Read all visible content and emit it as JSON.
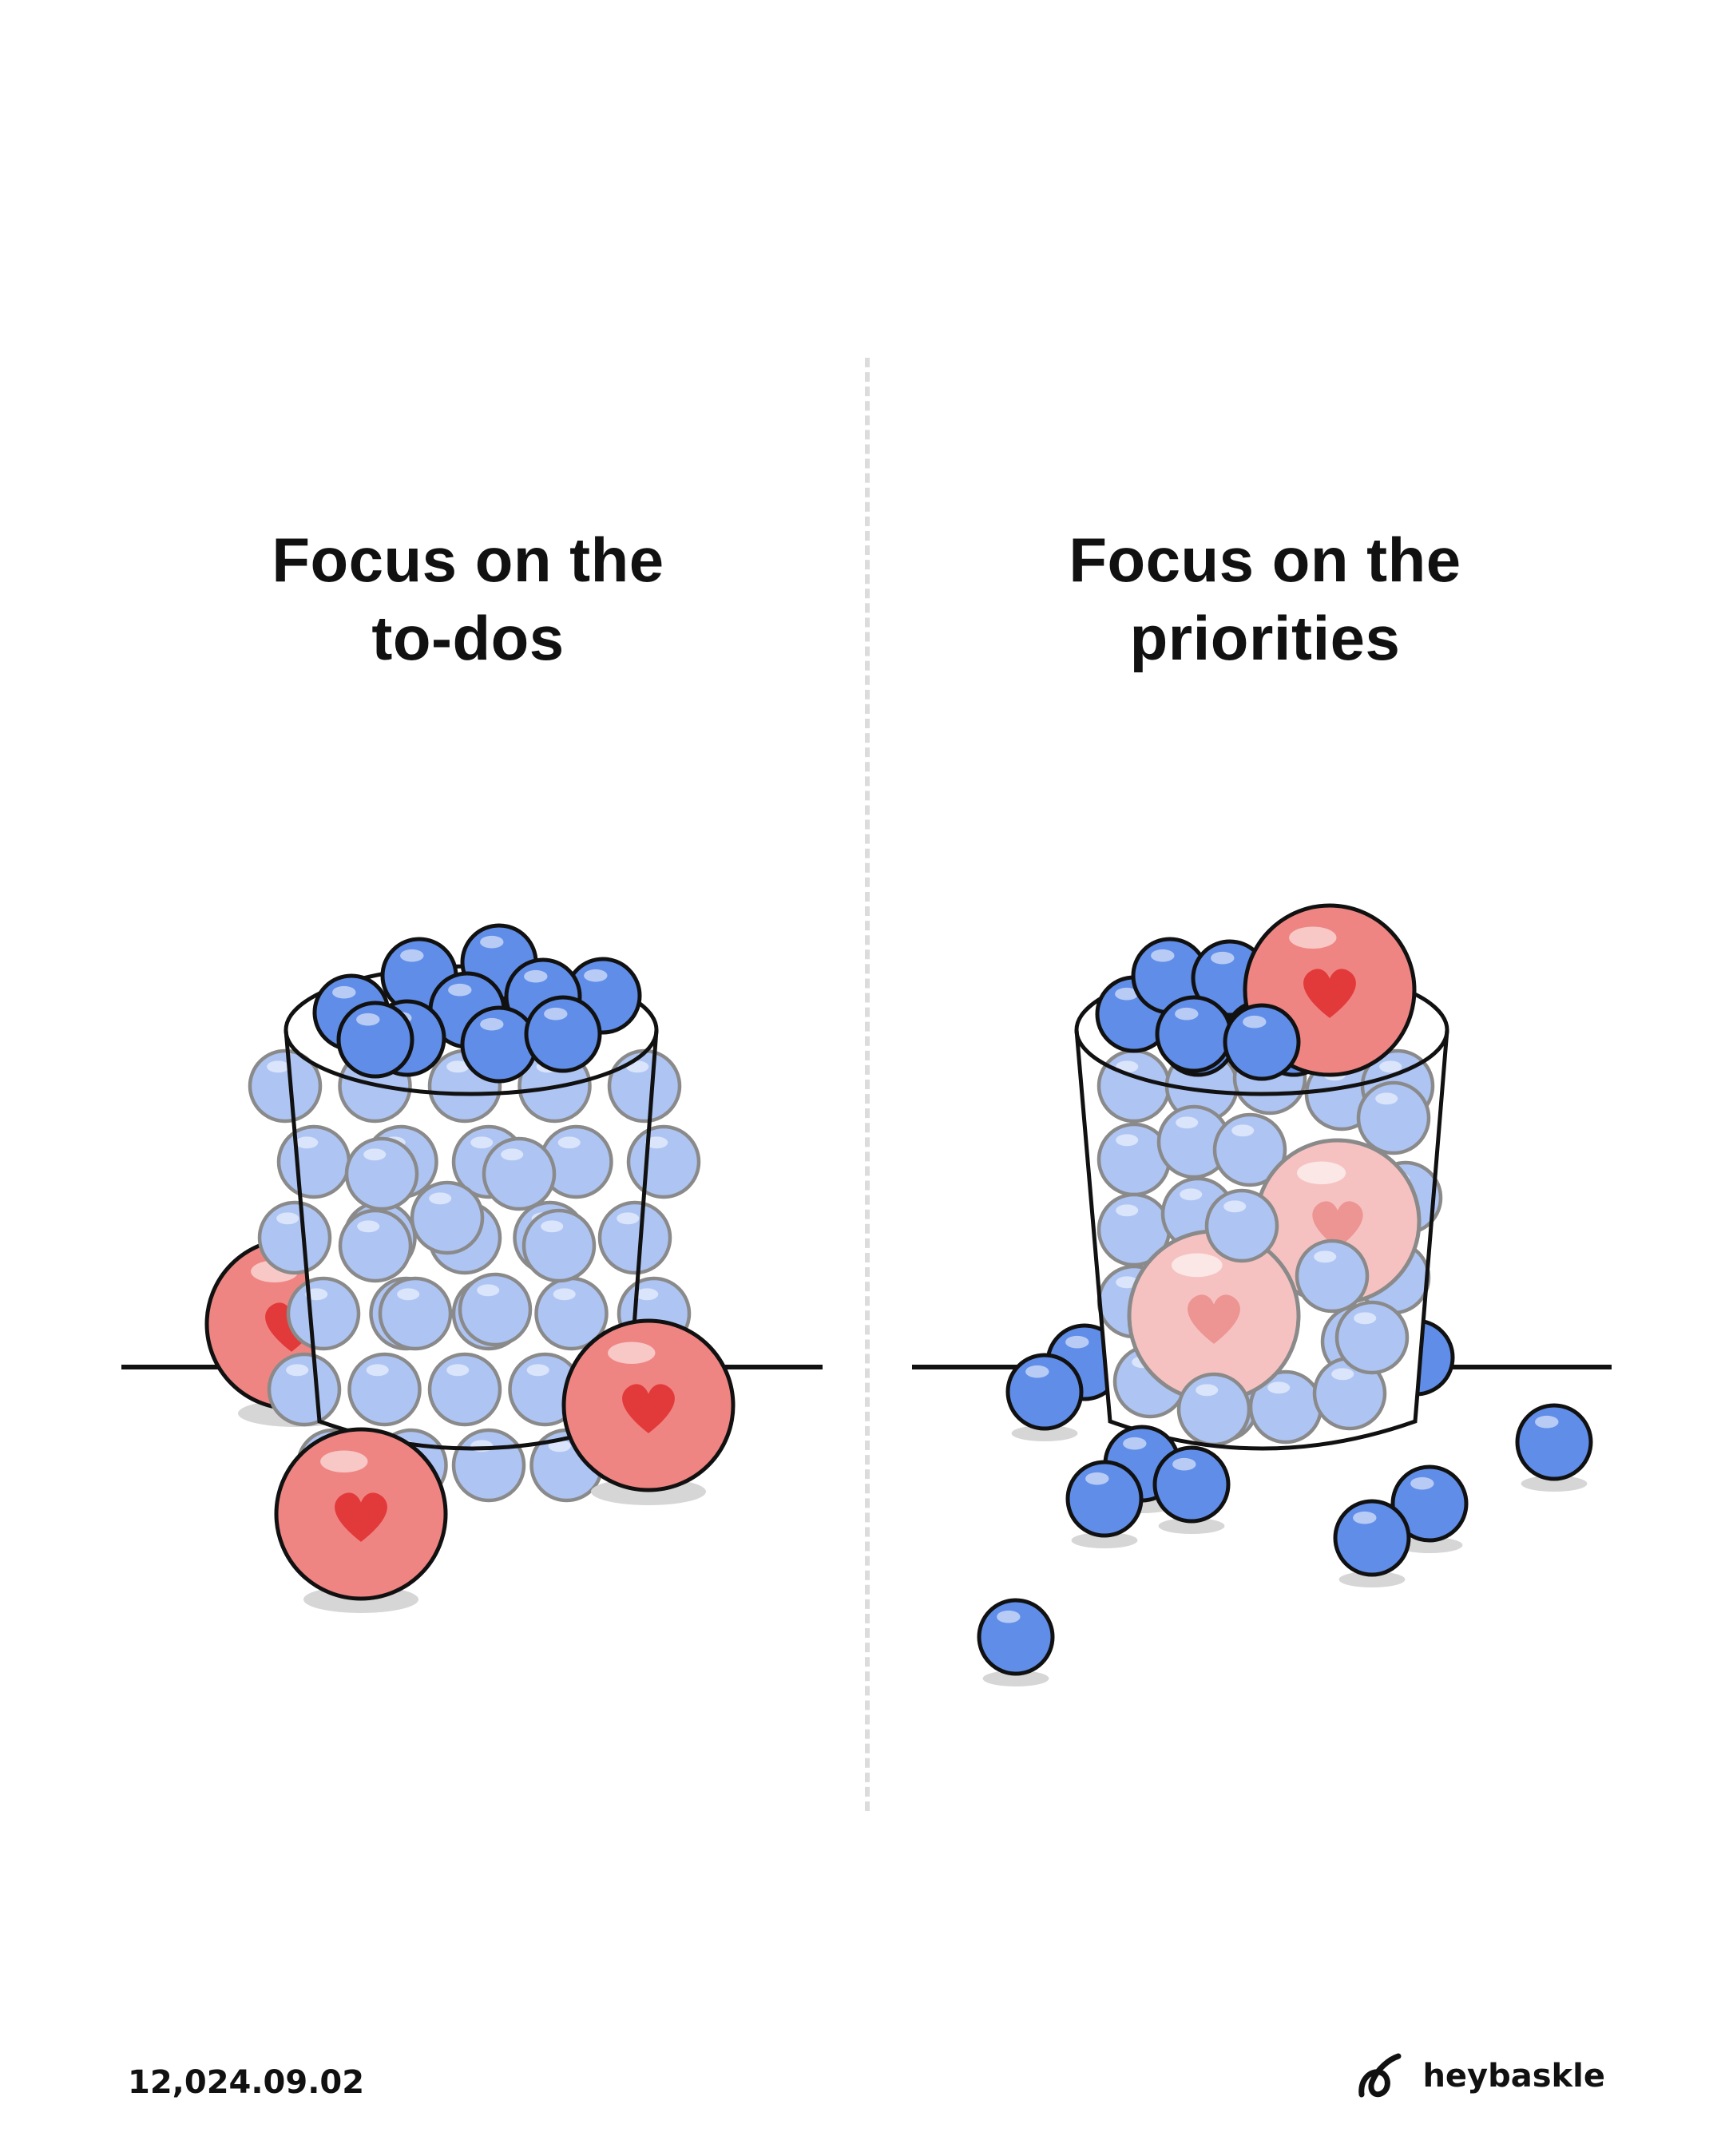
{
  "panels": {
    "left": {
      "title_line1": "Focus on the",
      "title_line2": "to-dos"
    },
    "right": {
      "title_line1": "Focus on the",
      "title_line2": "priorities"
    }
  },
  "footer": {
    "date": "12,024.09.02",
    "brand": "heybaskle"
  },
  "colors": {
    "task_ball": "#5f8de8",
    "task_ball_in_cup": "#aec4f3",
    "priority_ball": "#ef8582",
    "priority_ball_in_cup": "#f6c2c1",
    "heart": "#e23a3a",
    "outline": "#111111",
    "shadow": "#d6d6d6",
    "divider": "#dcdcdc"
  },
  "icons": {
    "brand_logo": "heybaskle-logo-icon",
    "heart": "heart-icon"
  }
}
